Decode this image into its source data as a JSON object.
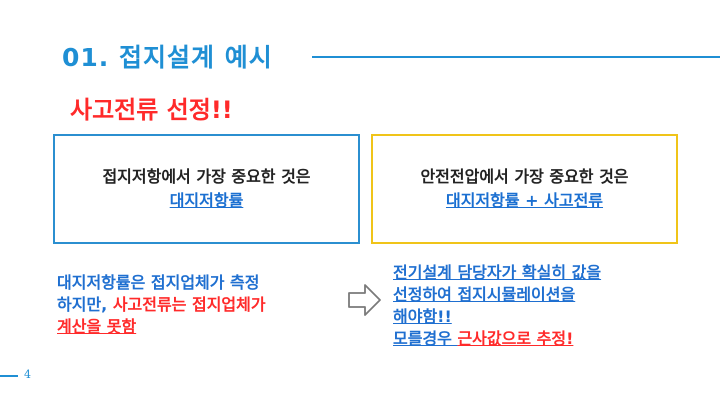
{
  "slide": {
    "title": "01. 접지설계 예시",
    "subtitle": "사고전류 선정!!",
    "page_number": "4"
  },
  "boxes": {
    "left": {
      "line1": "접지저항에서 가장 중요한 것은",
      "line2": "대지저항률"
    },
    "right": {
      "line1": "안전전압에서 가장 중요한 것은",
      "line2": "대지저항률 + 사고전류"
    }
  },
  "lower_left": {
    "line1": "대지저항률은 접지업체가 측정",
    "line2_a": "하지만, ",
    "line2_b": "사고전류는 접지업체가",
    "line3": "계산을 못함"
  },
  "lower_right": {
    "line1": "전기설계 담당자가 확실히 값을",
    "line2": "선정하여 접지시뮬레이션을",
    "line3": "해야함!!",
    "line4_a": "모를경우 ",
    "line4_b": "근사값으로 추정!"
  },
  "colors": {
    "title_blue": "#1f8fd4",
    "accent_red": "#ff2a2a",
    "box_left_border": "#2b8fd0",
    "box_right_border": "#f0c419",
    "text_blue": "#1f6fd0"
  }
}
